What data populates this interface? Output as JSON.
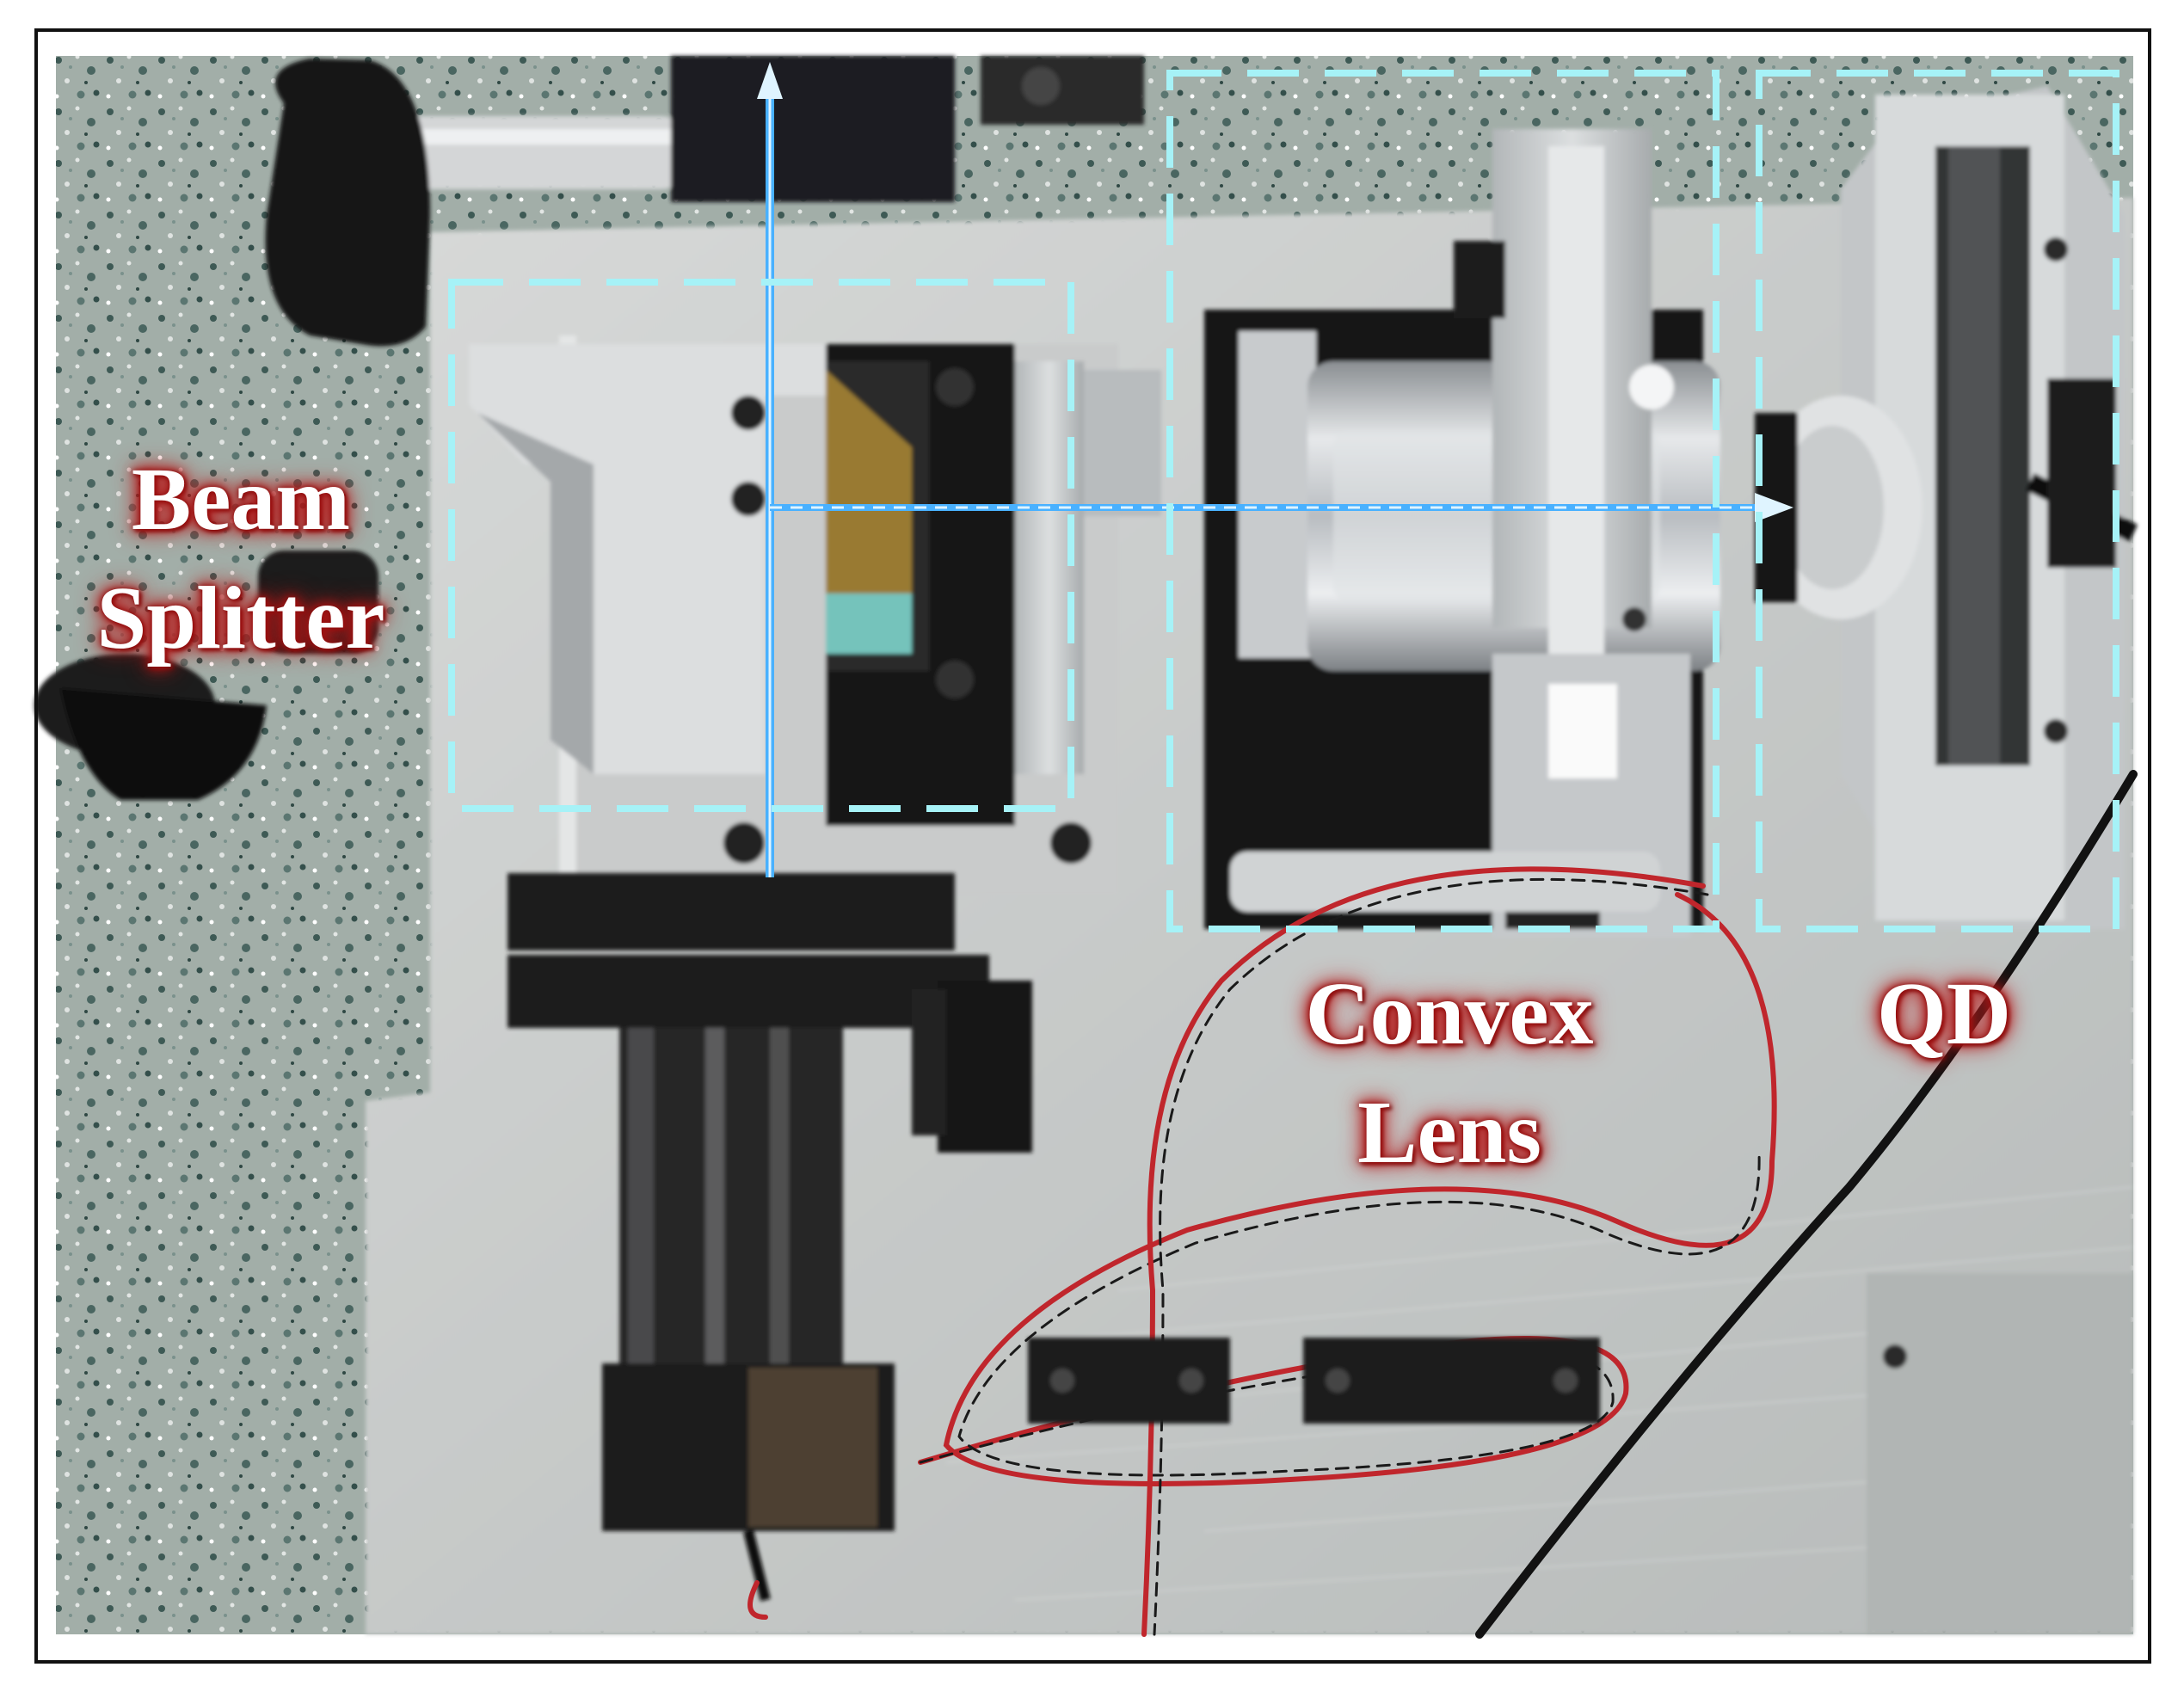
{
  "labels": {
    "beam_splitter": [
      "Beam",
      "Splitter"
    ],
    "convex_lens": [
      "Convex",
      "Lens"
    ],
    "qd": [
      "QD"
    ]
  },
  "colors": {
    "frame": "#111111",
    "dashed_box": "#a6f2f7",
    "laser_beam": "#1d8fe8",
    "beam_core": "#dff4ff",
    "label_glow": "#b51a1a",
    "label_text": "#ffffff",
    "granite": "#9aa7a1",
    "base_plate": "#c9ccca",
    "aluminium": "#c4c7c9",
    "anodized_black": "#1c1c1e",
    "wire_red": "#c0262c",
    "wire_black": "#151515"
  }
}
